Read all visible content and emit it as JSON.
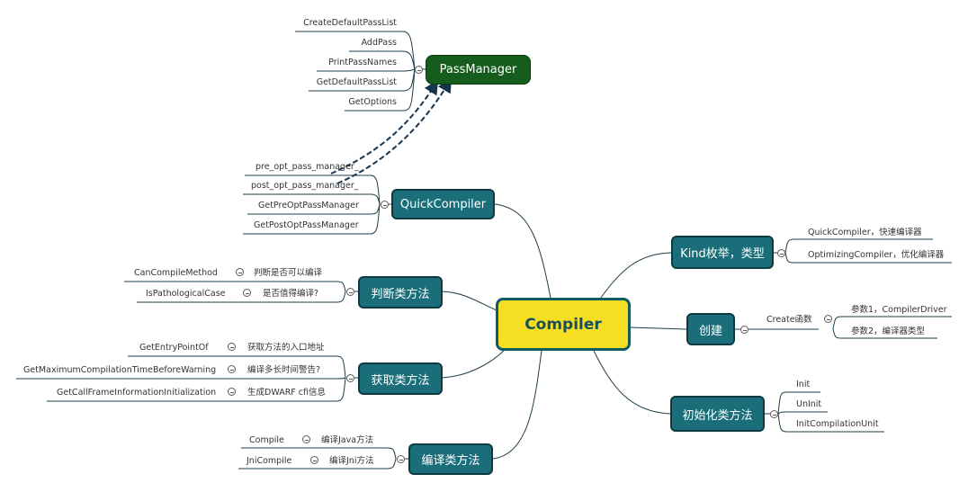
{
  "root": {
    "label": "Compiler"
  },
  "pass_manager": {
    "label": "PassManager",
    "items": [
      "CreateDefaultPassList",
      "AddPass",
      "PrintPassNames",
      "GetDefaultPassList",
      "GetOptions"
    ]
  },
  "quick_compiler": {
    "label": "QuickCompiler",
    "items": [
      "pre_opt_pass_manager_",
      "post_opt_pass_manager_",
      "GetPreOptPassManager",
      "GetPostOptPassManager"
    ]
  },
  "judge": {
    "label": "判断类方法",
    "items": [
      {
        "name": "CanCompileMethod",
        "desc": "判断是否可以编译"
      },
      {
        "name": "IsPathologicalCase",
        "desc": "是否值得编译?"
      }
    ]
  },
  "get": {
    "label": "获取类方法",
    "items": [
      {
        "name": "GetEntryPointOf",
        "desc": "获取方法的入口地址"
      },
      {
        "name": "GetMaximumCompilationTimeBeforeWarning",
        "desc": "编译多长时间警告?"
      },
      {
        "name": "GetCallFrameInformationInitialization",
        "desc": "生成DWARF cfi信息"
      }
    ]
  },
  "compile": {
    "label": "编译类方法",
    "items": [
      {
        "name": "Compile",
        "desc": "编译Java方法"
      },
      {
        "name": "JniCompile",
        "desc": "编译Jni方法"
      }
    ]
  },
  "kind": {
    "label": "Kind枚举，类型",
    "items": [
      "QuickCompiler，快速编译器",
      "OptimizingCompiler，优化编译器"
    ]
  },
  "create": {
    "label": "创建",
    "sub": "Create函数",
    "items": [
      "参数1，CompilerDriver",
      "参数2，编译器类型"
    ]
  },
  "init": {
    "label": "初始化类方法",
    "items": [
      "Init",
      "UnInit",
      "InitCompilationUnit"
    ]
  },
  "colors": {
    "node": "#1a6e7a",
    "root_fill": "#f6df23",
    "root_text": "#174f5a",
    "pass_manager": "#145d1c",
    "edge": "#1d3c48"
  }
}
